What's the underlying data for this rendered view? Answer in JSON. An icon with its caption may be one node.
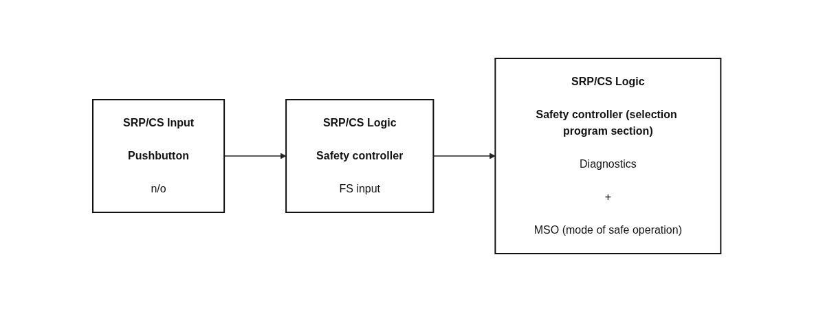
{
  "diagram": {
    "nodes": [
      {
        "text": [
          "SRP/CS Input",
          "Pushbutton",
          "n/o"
        ]
      },
      {
        "text": [
          "SRP/CS Logic",
          "Safety controller",
          "FS input"
        ]
      },
      {
        "text": [
          "SRP/CS Logic",
          "Safety controller (selection program section)",
          "Diagnostics",
          "+",
          "MSO (mode of safe operation)"
        ]
      }
    ],
    "edges": [
      {
        "from": 0,
        "to": 1,
        "arrow": "to"
      },
      {
        "from": 1,
        "to": 2,
        "arrow": "to"
      }
    ]
  }
}
